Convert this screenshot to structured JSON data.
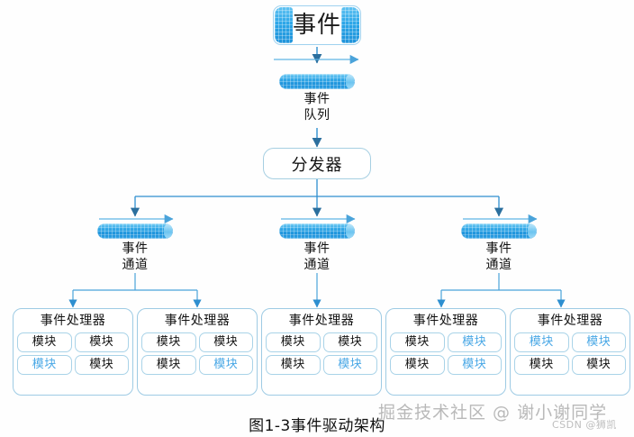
{
  "diagram": {
    "caption": "图1-3事件驱动架构",
    "colors": {
      "pill_blue": "#2ba6e8",
      "connector_blue": "#2e8fd0",
      "box_border": "#9ecbe4",
      "module_blue_text": "#4aa8e6"
    },
    "event_source": {
      "label": "事件"
    },
    "event_queue": {
      "label": "事件\n队列"
    },
    "dispatcher": {
      "label": "分发器"
    },
    "channels": [
      {
        "label": "事件\n通道"
      },
      {
        "label": "事件\n通道"
      },
      {
        "label": "事件\n通道"
      }
    ],
    "processors": [
      {
        "title": "事件处理器",
        "modules": [
          {
            "label": "模块",
            "color": "black"
          },
          {
            "label": "模块",
            "color": "black"
          },
          {
            "label": "模块",
            "color": "blue"
          },
          {
            "label": "模块",
            "color": "black"
          }
        ]
      },
      {
        "title": "事件处理器",
        "modules": [
          {
            "label": "模块",
            "color": "black"
          },
          {
            "label": "模块",
            "color": "black"
          },
          {
            "label": "模块",
            "color": "black"
          },
          {
            "label": "模块",
            "color": "blue"
          }
        ]
      },
      {
        "title": "事件处理器",
        "modules": [
          {
            "label": "模块",
            "color": "black"
          },
          {
            "label": "模块",
            "color": "black"
          },
          {
            "label": "模块",
            "color": "black"
          },
          {
            "label": "模块",
            "color": "blue"
          }
        ]
      },
      {
        "title": "事件处理器",
        "modules": [
          {
            "label": "模块",
            "color": "black"
          },
          {
            "label": "模块",
            "color": "blue"
          },
          {
            "label": "模块",
            "color": "black"
          },
          {
            "label": "模块",
            "color": "blue"
          }
        ]
      },
      {
        "title": "事件处理器",
        "modules": [
          {
            "label": "模块",
            "color": "blue"
          },
          {
            "label": "模块",
            "color": "blue"
          },
          {
            "label": "模块",
            "color": "black"
          },
          {
            "label": "模块",
            "color": "black"
          }
        ]
      }
    ]
  },
  "watermarks": {
    "primary": "掘金技术社区 @ 谢小谢同学",
    "secondary": "CSDN @狮凯"
  }
}
